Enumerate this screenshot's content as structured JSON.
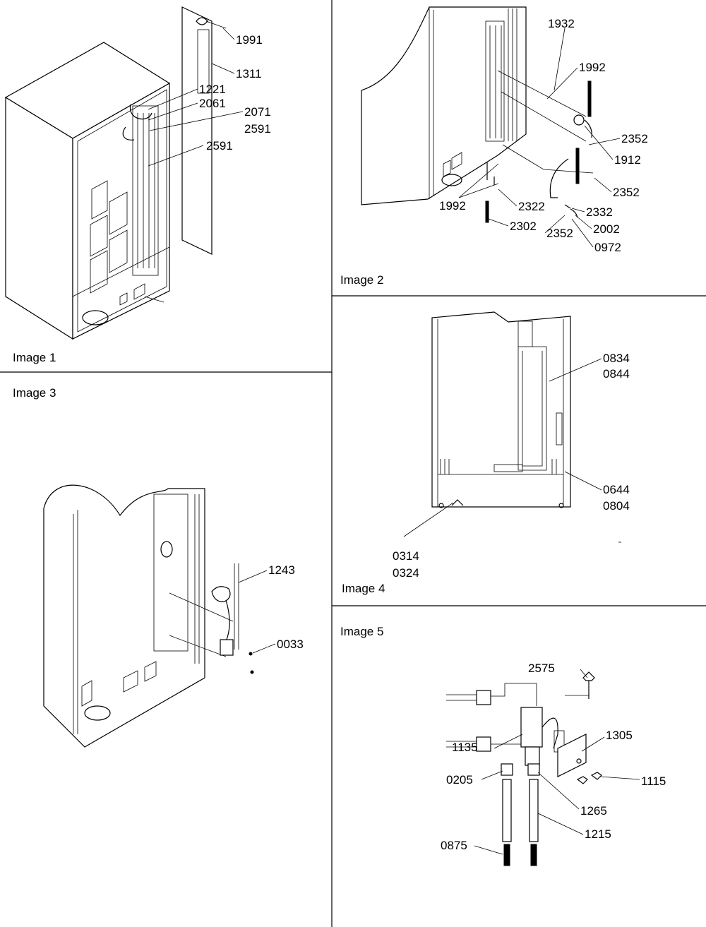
{
  "panels": [
    {
      "title": "Image 1",
      "callouts": [
        "1991",
        "1311",
        "1221",
        "2061",
        "2071",
        "2591",
        "2591"
      ]
    },
    {
      "title": "Image 2",
      "callouts": [
        "1932",
        "1992",
        "2352",
        "1912",
        "2352",
        "1992",
        "2322",
        "2332",
        "2302",
        "2352",
        "2002",
        "0972"
      ]
    },
    {
      "title": "Image 3",
      "callouts": [
        "1243",
        "0033"
      ]
    },
    {
      "title": "Image 4",
      "callouts": [
        "0834",
        "0844",
        "0644",
        "0804",
        "0314",
        "0324"
      ]
    },
    {
      "title": "Image 5",
      "callouts": [
        "2575",
        "1305",
        "1135",
        "1115",
        "0205",
        "1265",
        "1215",
        "0875"
      ]
    }
  ]
}
